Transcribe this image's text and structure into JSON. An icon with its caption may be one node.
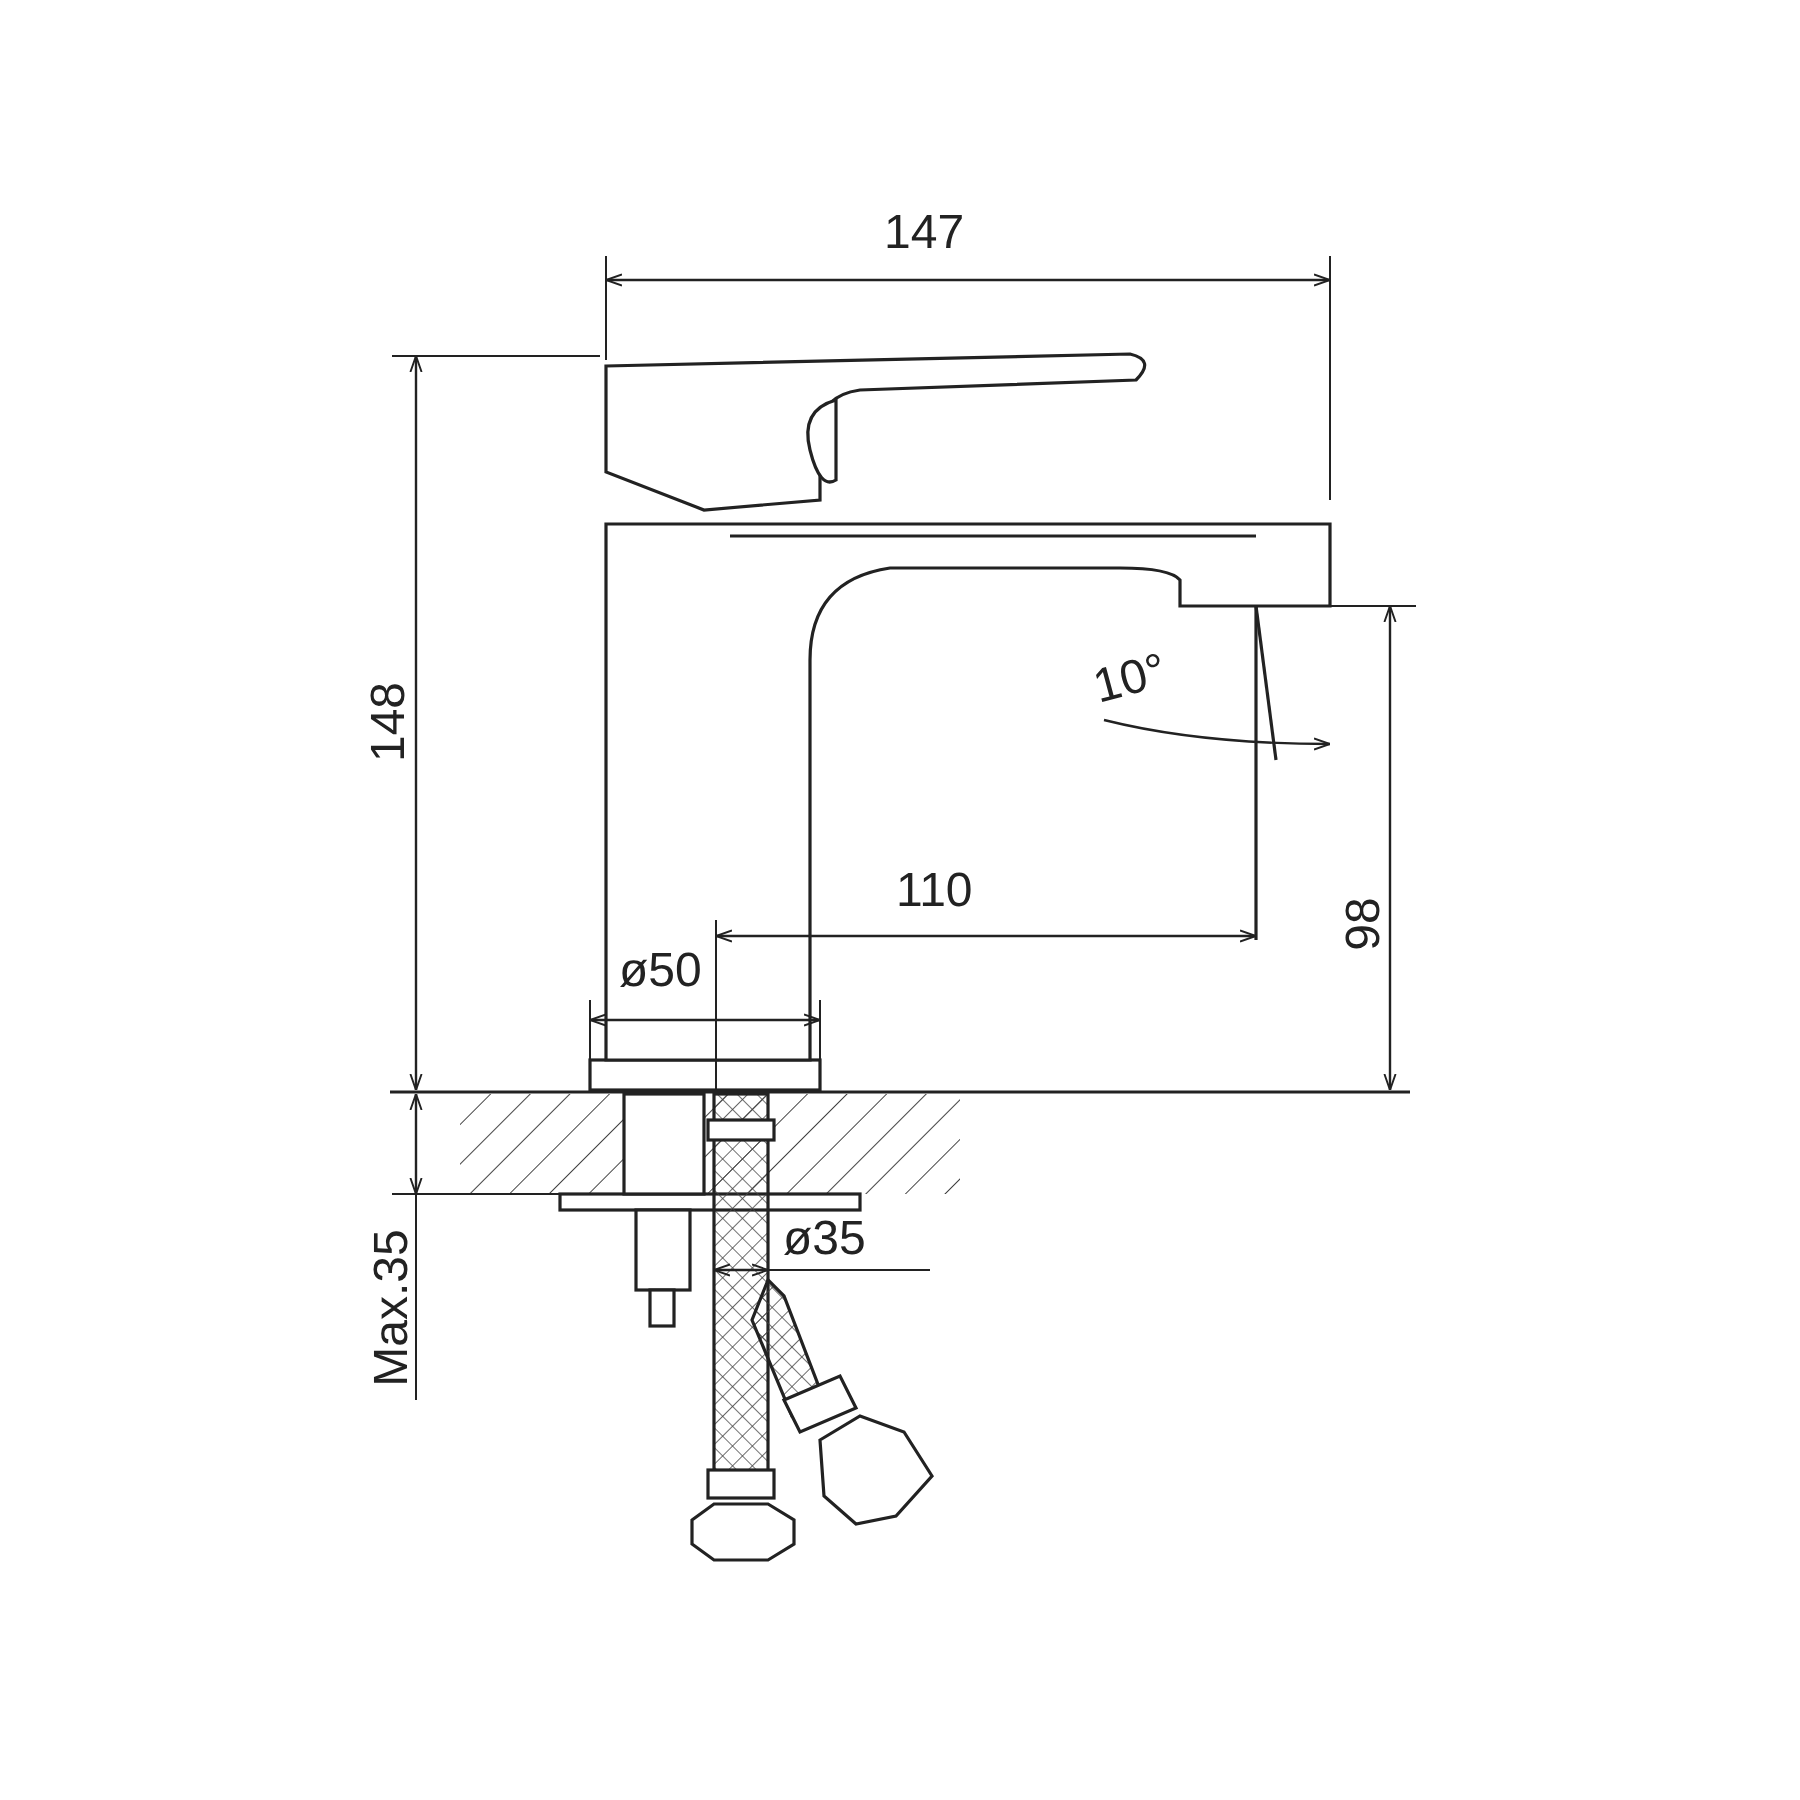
{
  "diagram": {
    "labels": [
      "147",
      "148",
      "10°",
      "110",
      "98",
      "ø50",
      "ø35",
      "Max.35"
    ]
  }
}
